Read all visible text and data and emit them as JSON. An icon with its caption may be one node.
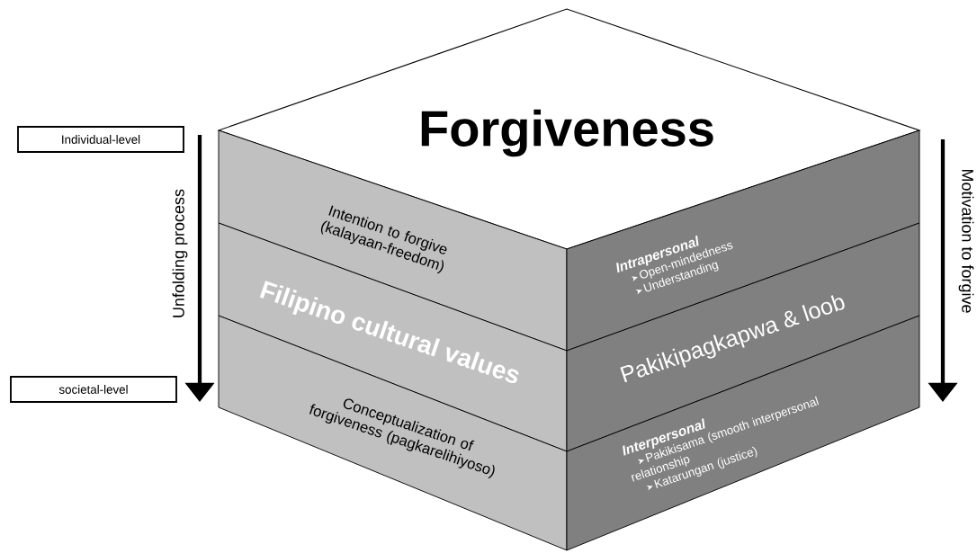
{
  "diagram": {
    "nodes": [
      {
        "text": [
          "Forgiveness"
        ]
      },
      {
        "text": [
          "Intention to forgive (kalayaan-freedom)"
        ]
      },
      {
        "text": [
          "Filipino cultural values"
        ]
      },
      {
        "text": [
          "Conceptualization of forgiveness (pagkarelihiyoso)"
        ]
      },
      {
        "text": [
          "Intrapersonal",
          "Open-mindedness",
          "Understanding"
        ]
      },
      {
        "text": [
          "Pakikipagkapwa & loob"
        ]
      },
      {
        "text": [
          "Interpersonal",
          "Pakikisama (smooth interpersonal relationship",
          "Katarungan (justice)"
        ]
      },
      {
        "text": [
          "Individual-level"
        ]
      },
      {
        "text": [
          "societal-level"
        ]
      }
    ],
    "labels": [
      "Unfolding process",
      "Motivation to forgive"
    ]
  }
}
